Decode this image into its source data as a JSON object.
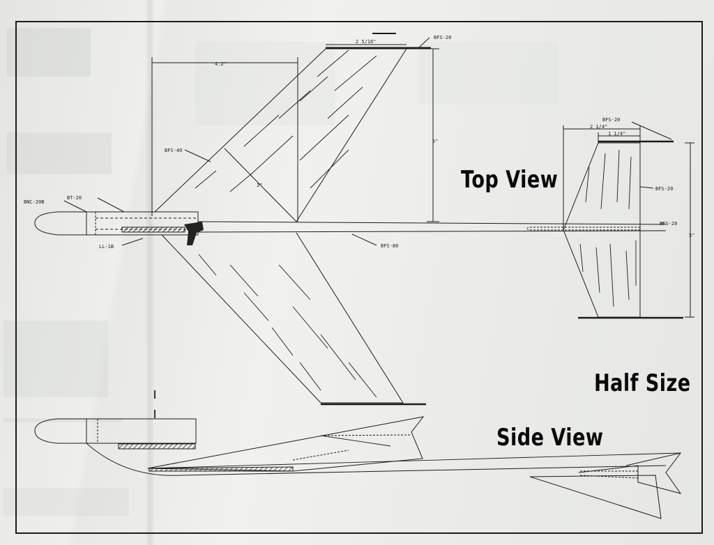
{
  "labels": {
    "top_view": "Top View",
    "half_size": "Half Size",
    "side_view": "Side View"
  },
  "part_labels": {
    "bnc": "BNC-20B",
    "bt": "BT-20",
    "ll": "LL-1B",
    "bfs40": "BFS-40",
    "bfs80": "BFS-80",
    "bfs20_wing_tip": "BFS-20",
    "bfs20_tail_top": "BFS-20",
    "bfs20_tail_side": "BFS-20",
    "bfs20_tail_rear": "BFS-20"
  },
  "dimensions": {
    "wing_offset": "4.2\"",
    "wing_tip_chord": "2 5/16\"",
    "wing_span": "5\"",
    "wing_root": "3\"",
    "tail_chord": "2 1/4\"",
    "tail_tip": "1 1/4\"",
    "tail_span": "5\""
  },
  "colors": {
    "ink": "#1b1b1b",
    "paper": "#ecedea"
  }
}
